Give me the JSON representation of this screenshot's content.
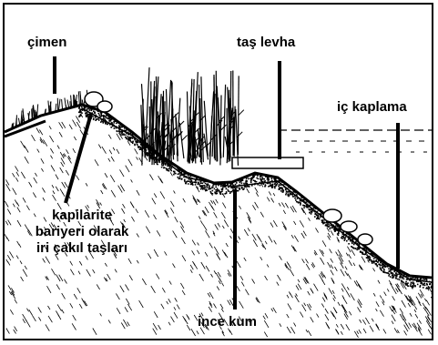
{
  "labels": {
    "grass": "çimen",
    "stone_slab": "taş levha",
    "liner": "iç kaplama",
    "capillary_barrier": [
      "kapilarite",
      "bariyeri olarak",
      "iri çakıl taşları"
    ],
    "fine_sand": "ince kum"
  },
  "colors": {
    "ink": "#000000",
    "paper": "#ffffff"
  }
}
